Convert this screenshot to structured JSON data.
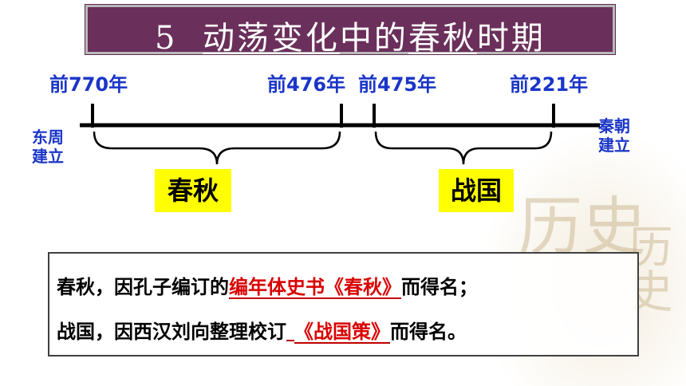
{
  "title": {
    "number": "5",
    "part1": "动荡变化",
    "part2": "中的",
    "part3": "春秋",
    "part4": "时期"
  },
  "timeline": {
    "start_label": [
      "东周",
      "建立"
    ],
    "end_label": [
      "秦朝",
      "建立"
    ],
    "years": [
      "前770年",
      "前476年",
      "前475年",
      "前221年"
    ],
    "periods": [
      "春秋",
      "战国"
    ]
  },
  "text_box": {
    "line1": {
      "pre": "春秋，因孔子编订的",
      "highlight": "编年体史书《春秋》",
      "post": "而得名；"
    },
    "line2": {
      "pre": "战国，因西汉刘向整理校订",
      "highlight": "《战国策》",
      "post": "而得名。"
    }
  },
  "watermark_text": [
    "历史",
    "历史"
  ],
  "colors": {
    "title_bg": "#6a2f5a",
    "timeline_blue": "#1a35c8",
    "highlight_yellow": "#ffff00",
    "emphasis_red": "#d90000"
  }
}
